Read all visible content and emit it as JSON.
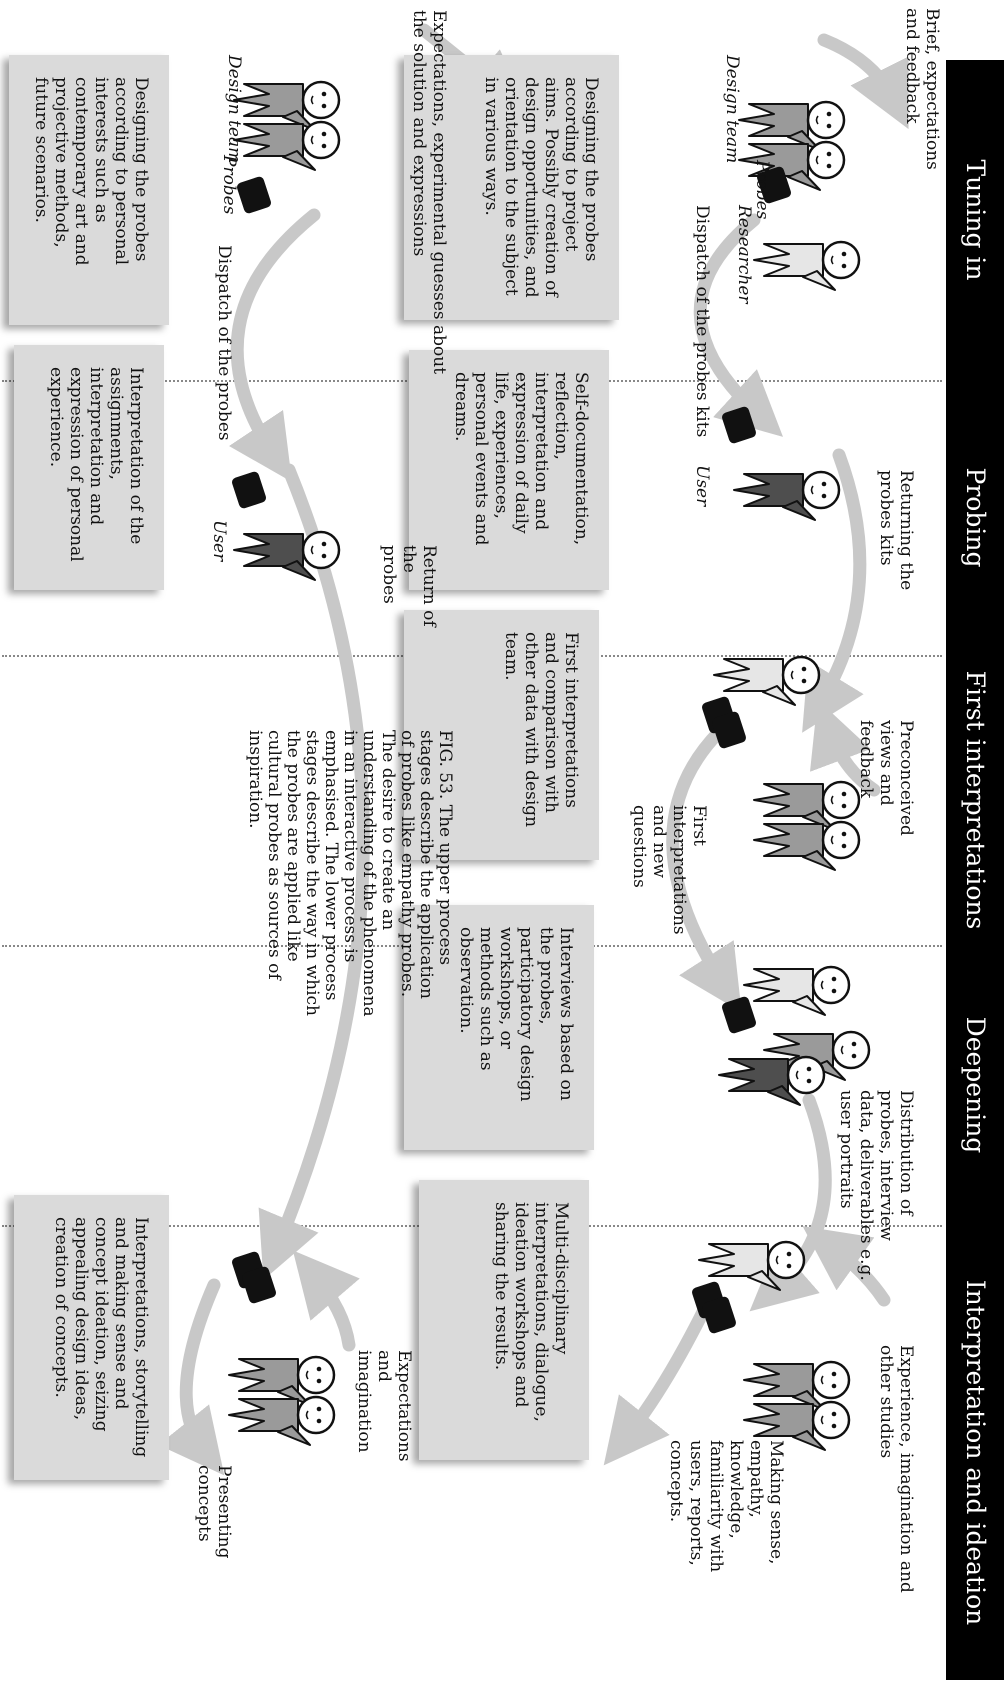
{
  "phases": [
    "Tuning in",
    "Probing",
    "First interpretations",
    "Deepening",
    "Interpretation and ideation"
  ],
  "upper": {
    "notes": [
      "Designing the probes according to project aims. Possibly creation of design opportunities, and orientation to the subject in various ways.",
      "Self-documentation, reflection, interpretation and expression of daily life, experiences, personal events and dreams.",
      "First interpretations and comparison with other data with design team.",
      "Interviews based on the probes, participatory design workshops, or methods such as observation.",
      "Multi-disciplinary interpretations, dialogue, ideation workshops and sharing the results."
    ],
    "labels": {
      "brief": "Brief, expectations and feedback",
      "design_team": "Design team",
      "probes": "Probes",
      "researcher": "Researcher",
      "dispatch": "Dispatch of the probes kits",
      "user": "User",
      "returning": "Returning the probes kits",
      "preconceived": "Preconceived views and feedback",
      "first_interp": "First interpretations and new questions",
      "distribution": "Distribution of probes, interview data, deliverables e.g. user portraits",
      "experience": "Experience, imagination and other studies",
      "making_sense": "Making sense, empathy, knowledge, familiarity with users, reports, concepts."
    }
  },
  "lower": {
    "notes": [
      "Designing the probes according to personal interests such as contemporary art and projective methods, future scenarios.",
      "Interpretation of the assignments, interpretation and expression of personal experience.",
      "Interpretations, storytelling and making sense and concept ideation, seizing appealing design ideas, creation of concepts."
    ],
    "labels": {
      "expectations": "Expectations, experimental guesses about the solution and expressions",
      "design_team": "Design team",
      "probes": "Probes",
      "dispatch": "Dispatch of the probes",
      "user": "User",
      "return": "Return of the probes",
      "expect_imag": "Expectations and imagination",
      "presenting": "Presenting concepts"
    }
  },
  "caption": "FIG. 53. The upper process stages describe the application of probes like empathy probes. The desire to create an understanding of the phenomena in an interactive process is emphasised. The lower process stages describe the way in which the probes are applied like cultural probes as sources of inspiration.",
  "colors": {
    "band": "#000000",
    "note": "#dadada",
    "arrow": "#c8c8c8",
    "designer": "#9a9a9a",
    "researcher": "#e6e6e6",
    "user": "#4e4e4e"
  }
}
